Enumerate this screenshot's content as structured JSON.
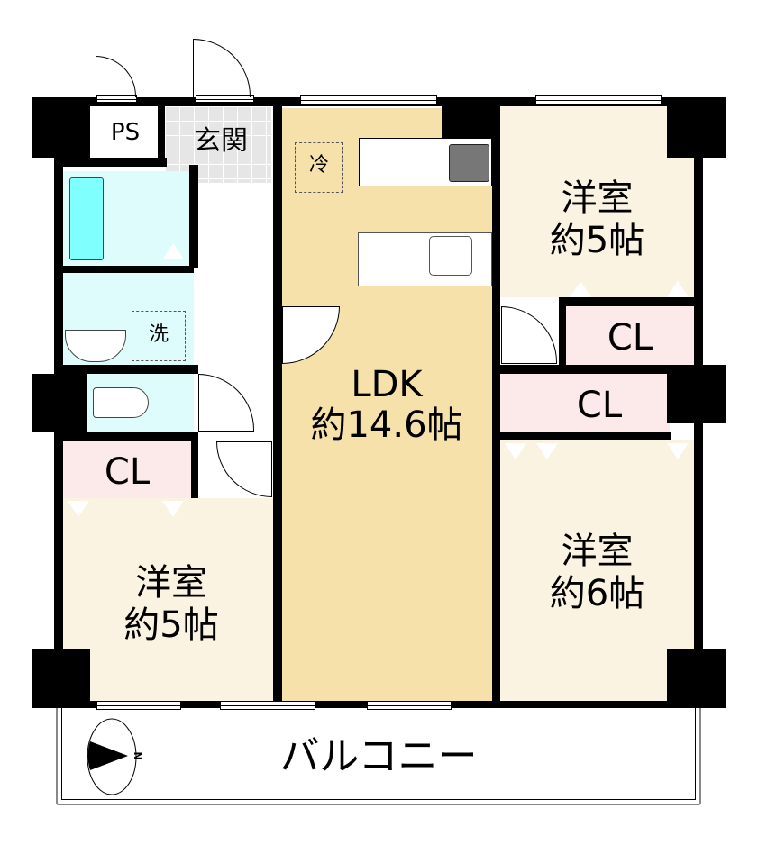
{
  "rooms": {
    "ps": "PS",
    "entrance": "玄関",
    "fridge": "冷",
    "washer": "洗",
    "ldk_name": "LDK",
    "ldk_size": "約14.6帖",
    "western_top_right_name": "洋室",
    "western_top_right_size": "約5帖",
    "western_bottom_right_name": "洋室",
    "western_bottom_right_size": "約6帖",
    "western_left_name": "洋室",
    "western_left_size": "約5帖",
    "closet_left": "CL",
    "closet_right_top": "CL",
    "closet_right_mid": "CL",
    "balcony": "バルコニー",
    "compass_north": "N"
  },
  "colors": {
    "ldk": "#f5e1a9",
    "western": "#faf3e2",
    "closet": "#fce9e9",
    "wet": "#dffcfc",
    "tub": "#80ffff",
    "entrance": "#e6e6e6"
  }
}
